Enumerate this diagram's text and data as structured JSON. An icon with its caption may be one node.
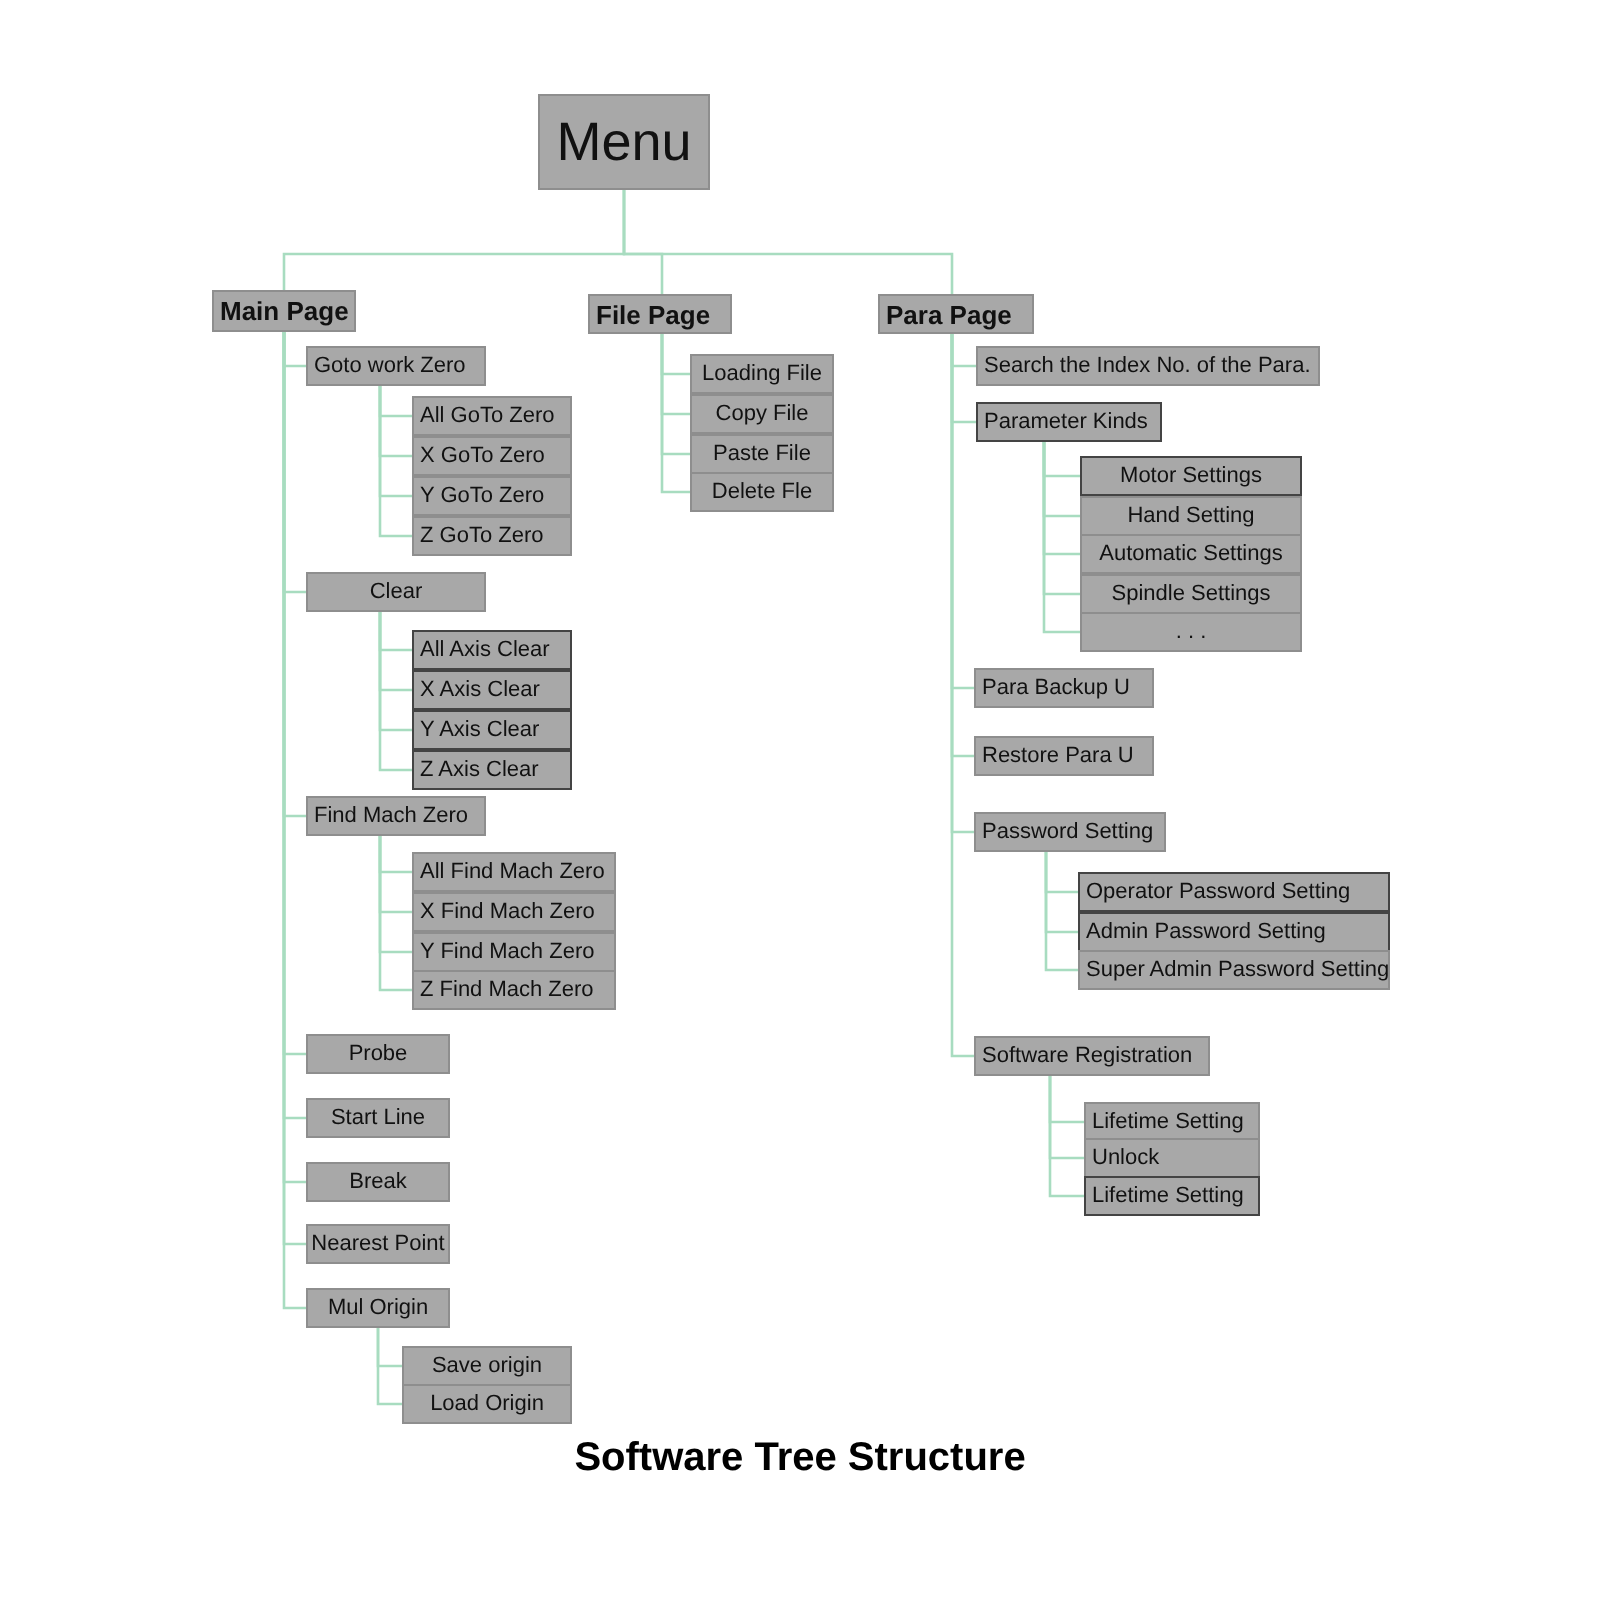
{
  "diagram": {
    "title": "Software Tree Structure",
    "nodes": [
      {
        "text": [
          "Menu"
        ]
      },
      {
        "text": [
          "Main Page"
        ]
      },
      {
        "text": [
          "Goto work Zero"
        ]
      },
      {
        "text": [
          "All GoTo Zero"
        ]
      },
      {
        "text": [
          "X GoTo Zero"
        ]
      },
      {
        "text": [
          "Y GoTo Zero"
        ]
      },
      {
        "text": [
          "Z GoTo Zero"
        ]
      },
      {
        "text": [
          "Clear"
        ]
      },
      {
        "text": [
          "All Axis Clear"
        ]
      },
      {
        "text": [
          "X Axis Clear"
        ]
      },
      {
        "text": [
          "Y Axis Clear"
        ]
      },
      {
        "text": [
          "Z Axis Clear"
        ]
      },
      {
        "text": [
          "Find Mach Zero"
        ]
      },
      {
        "text": [
          "All Find Mach Zero"
        ]
      },
      {
        "text": [
          "X Find Mach Zero"
        ]
      },
      {
        "text": [
          "Y Find Mach Zero"
        ]
      },
      {
        "text": [
          "Z Find Mach Zero"
        ]
      },
      {
        "text": [
          "Probe"
        ]
      },
      {
        "text": [
          "Start Line"
        ]
      },
      {
        "text": [
          "Break"
        ]
      },
      {
        "text": [
          "Nearest Point"
        ]
      },
      {
        "text": [
          "Mul Origin"
        ]
      },
      {
        "text": [
          "Save origin"
        ]
      },
      {
        "text": [
          "Load Origin"
        ]
      },
      {
        "text": [
          "File Page"
        ]
      },
      {
        "text": [
          "Loading File"
        ]
      },
      {
        "text": [
          "Copy File"
        ]
      },
      {
        "text": [
          "Paste File"
        ]
      },
      {
        "text": [
          "Delete Fle"
        ]
      },
      {
        "text": [
          "Para Page"
        ]
      },
      {
        "text": [
          "Search the Index No. of the Para."
        ]
      },
      {
        "text": [
          "Parameter Kinds"
        ]
      },
      {
        "text": [
          "Motor Settings"
        ]
      },
      {
        "text": [
          "Hand Setting"
        ]
      },
      {
        "text": [
          "Automatic Settings"
        ]
      },
      {
        "text": [
          "Spindle Settings"
        ]
      },
      {
        "text": [
          ". . ."
        ]
      },
      {
        "text": [
          "Para Backup U"
        ]
      },
      {
        "text": [
          "Restore Para U"
        ]
      },
      {
        "text": [
          "Password Setting"
        ]
      },
      {
        "text": [
          "Operator Password Setting"
        ]
      },
      {
        "text": [
          "Admin Password Setting"
        ]
      },
      {
        "text": [
          "Super Admin Password Setting"
        ]
      },
      {
        "text": [
          "Software Registration"
        ]
      },
      {
        "text": [
          "Lifetime Setting"
        ]
      },
      {
        "text": [
          "Unlock"
        ]
      },
      {
        "text": [
          "Lifetime Setting"
        ]
      }
    ],
    "edges": [
      {
        "from": 0,
        "to": 1,
        "arrow": "none"
      },
      {
        "from": 0,
        "to": 24,
        "arrow": "none"
      },
      {
        "from": 0,
        "to": 29,
        "arrow": "none"
      },
      {
        "from": 1,
        "to": 2,
        "arrow": "none"
      },
      {
        "from": 2,
        "to": 3,
        "arrow": "none"
      },
      {
        "from": 2,
        "to": 4,
        "arrow": "none"
      },
      {
        "from": 2,
        "to": 5,
        "arrow": "none"
      },
      {
        "from": 2,
        "to": 6,
        "arrow": "none"
      },
      {
        "from": 1,
        "to": 7,
        "arrow": "none"
      },
      {
        "from": 7,
        "to": 8,
        "arrow": "none"
      },
      {
        "from": 7,
        "to": 9,
        "arrow": "none"
      },
      {
        "from": 7,
        "to": 10,
        "arrow": "none"
      },
      {
        "from": 7,
        "to": 11,
        "arrow": "none"
      },
      {
        "from": 1,
        "to": 12,
        "arrow": "none"
      },
      {
        "from": 12,
        "to": 13,
        "arrow": "none"
      },
      {
        "from": 12,
        "to": 14,
        "arrow": "none"
      },
      {
        "from": 12,
        "to": 15,
        "arrow": "none"
      },
      {
        "from": 12,
        "to": 16,
        "arrow": "none"
      },
      {
        "from": 1,
        "to": 17,
        "arrow": "none"
      },
      {
        "from": 1,
        "to": 18,
        "arrow": "none"
      },
      {
        "from": 1,
        "to": 19,
        "arrow": "none"
      },
      {
        "from": 1,
        "to": 20,
        "arrow": "none"
      },
      {
        "from": 1,
        "to": 21,
        "arrow": "none"
      },
      {
        "from": 21,
        "to": 22,
        "arrow": "none"
      },
      {
        "from": 21,
        "to": 23,
        "arrow": "none"
      },
      {
        "from": 24,
        "to": 25,
        "arrow": "none"
      },
      {
        "from": 24,
        "to": 26,
        "arrow": "none"
      },
      {
        "from": 24,
        "to": 27,
        "arrow": "none"
      },
      {
        "from": 24,
        "to": 28,
        "arrow": "none"
      },
      {
        "from": 29,
        "to": 30,
        "arrow": "none"
      },
      {
        "from": 29,
        "to": 31,
        "arrow": "none"
      },
      {
        "from": 31,
        "to": 32,
        "arrow": "none"
      },
      {
        "from": 31,
        "to": 33,
        "arrow": "none"
      },
      {
        "from": 31,
        "to": 34,
        "arrow": "none"
      },
      {
        "from": 31,
        "to": 35,
        "arrow": "none"
      },
      {
        "from": 31,
        "to": 36,
        "arrow": "none"
      },
      {
        "from": 29,
        "to": 37,
        "arrow": "none"
      },
      {
        "from": 29,
        "to": 38,
        "arrow": "none"
      },
      {
        "from": 29,
        "to": 39,
        "arrow": "none"
      },
      {
        "from": 39,
        "to": 40,
        "arrow": "none"
      },
      {
        "from": 39,
        "to": 41,
        "arrow": "none"
      },
      {
        "from": 39,
        "to": 42,
        "arrow": "none"
      },
      {
        "from": 29,
        "to": 43,
        "arrow": "none"
      },
      {
        "from": 43,
        "to": 44,
        "arrow": "none"
      },
      {
        "from": 43,
        "to": 45,
        "arrow": "none"
      },
      {
        "from": 43,
        "to": 46,
        "arrow": "none"
      }
    ]
  }
}
